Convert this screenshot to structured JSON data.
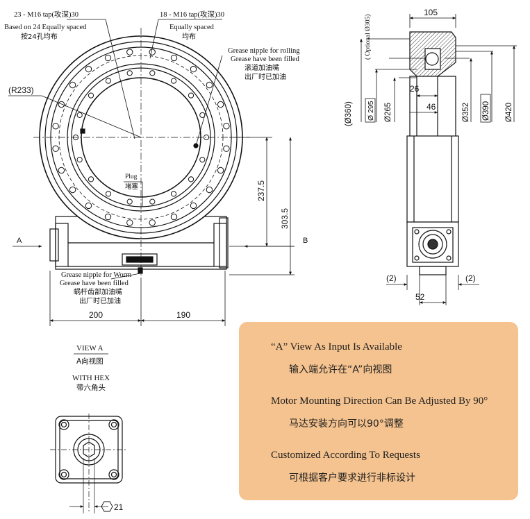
{
  "front_view": {
    "tap_outer": {
      "line1": "23 - M16 tap(攻深)30",
      "line2": "Based on 24 Equally spaced",
      "line3": "按24孔均布"
    },
    "tap_inner": {
      "line1": "18 - M16 tap(攻深)30",
      "line2": "Equally spaced",
      "line3": "均布"
    },
    "grease_rolling": {
      "line1": "Grease nipple for rolling",
      "line2": "Grease have been filled",
      "line3": "滚道加油嘴",
      "line4": "出厂时已加油"
    },
    "radius": "(R233)",
    "plug": {
      "en": "Plug",
      "cn": "堵塞"
    },
    "grease_worm": {
      "line1": "Grease nipple for Worm",
      "line2": "Grease have been filled",
      "line3": "蜗杆齿部加油嘴",
      "line4": "出厂时已加油"
    },
    "dim_237": "237.5",
    "dim_303": "303.5",
    "dim_200": "200",
    "dim_190": "190",
    "arrow_a": "A",
    "arrow_b": "B"
  },
  "side_view": {
    "dim_105": "105",
    "optional": "( Optional Ø305)",
    "dim_360": "(Ø360)",
    "dim_295": "Ø 295",
    "dim_265": "Ø265",
    "dim_26": "26",
    "dim_46": "46",
    "dim_352": "Ø352",
    "dim_390": "Ø390",
    "dim_420": "Ø420",
    "dim_2_left": "(2)",
    "dim_2_right": "(2)",
    "dim_52": "52"
  },
  "view_a": {
    "title": "VIEW A",
    "title_cn": "A向视图",
    "hex": "WITH HEX",
    "hex_cn": "带六角头",
    "hex_size": "21"
  },
  "notes": {
    "n1_en": "“A” View As Input Is Available",
    "n1_cn": "输入端允许在“A”向视图",
    "n2_en": "Motor Mounting Direction Can Be Adjusted By 90°",
    "n2_cn": "马达安装方向可以90°调整",
    "n3_en": "Customized According To Requests",
    "n3_cn": "可根据客户要求进行非标设计"
  }
}
